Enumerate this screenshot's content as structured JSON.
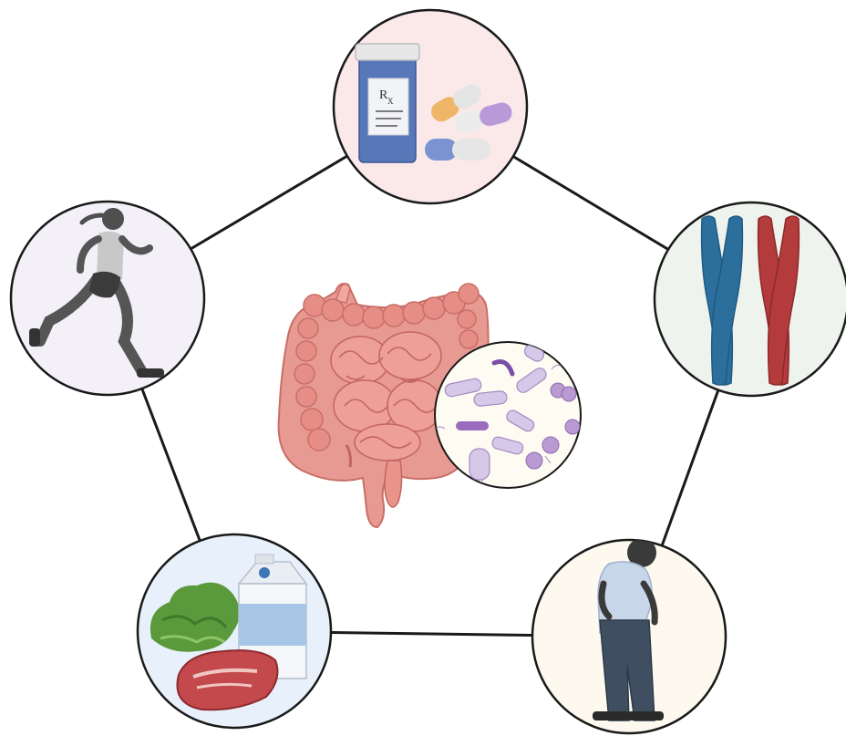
{
  "diagram": {
    "center": {
      "main": "intestine",
      "inset": "gut-microbiota"
    },
    "nodes": [
      {
        "id": "medication",
        "icon": "prescription-pills-icon",
        "color": "#fbe9ea"
      },
      {
        "id": "genetics",
        "icon": "chromosomes-icon",
        "color": "#eef3ee"
      },
      {
        "id": "aging",
        "icon": "elderly-man-icon",
        "color": "#fdf9ee"
      },
      {
        "id": "diet",
        "icon": "food-icon",
        "color": "#e8f1fb"
      },
      {
        "id": "exercise",
        "icon": "running-woman-icon",
        "color": "#f3f0f7"
      }
    ],
    "edge_color": "#1a1a1a"
  },
  "labels": {
    "rx": "R",
    "rx_sub": "X"
  }
}
